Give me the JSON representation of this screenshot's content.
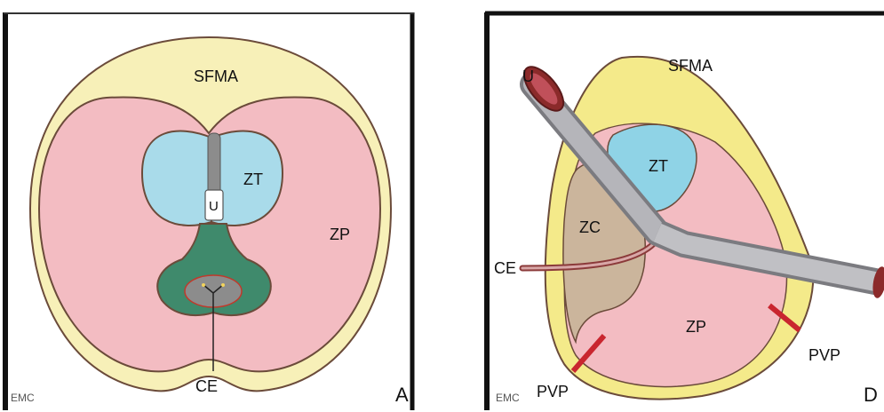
{
  "panel_a": {
    "labels": {
      "sfma": "SFMA",
      "zt": "ZT",
      "u": "U",
      "zp": "ZP",
      "ce": "CE",
      "panel_letter": "A",
      "logo": "EMC"
    },
    "colors": {
      "sfma": "#f7f0b8",
      "zp": "#f3bcc2",
      "zt": "#a9dbea",
      "zc": "#3f8a6c",
      "urethra": "#8c8c8c",
      "outline": "#6b4b3a"
    }
  },
  "panel_d": {
    "labels": {
      "u": "U",
      "sfma": "SFMA",
      "zt": "ZT",
      "zc": "ZC",
      "ce": "CE",
      "zp": "ZP",
      "pvp_right": "PVP",
      "pvp_left": "PVP",
      "panel_letter": "D",
      "logo": "EMC"
    },
    "colors": {
      "sfma": "#f4ea8a",
      "zp": "#f3bcc2",
      "zt": "#8fd3e6",
      "zc": "#cbb59c",
      "urethra": "#a9a9ad",
      "pvp": "#c9262f"
    }
  }
}
